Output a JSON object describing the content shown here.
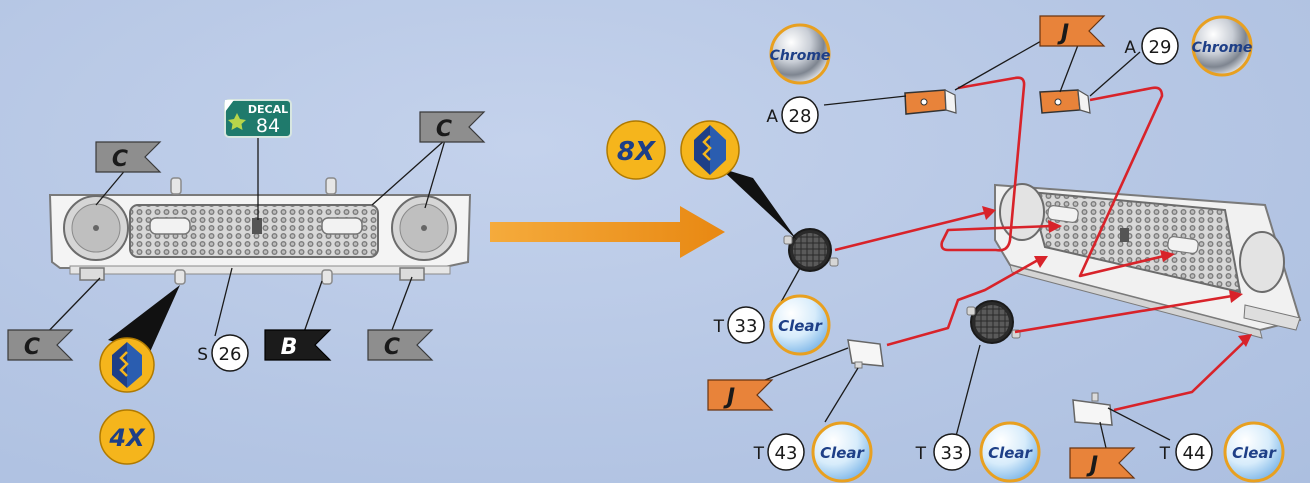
{
  "decal": {
    "title": "DECAL",
    "number": "84"
  },
  "flags": {
    "c": "C",
    "b": "B",
    "j": "J"
  },
  "quantities": {
    "left_count": "4X",
    "right_count": "8X"
  },
  "materials": {
    "chrome": "Chrome",
    "clear": "Clear"
  },
  "parts": [
    {
      "sprue": "S",
      "number": "26"
    },
    {
      "sprue": "A",
      "number": "28"
    },
    {
      "sprue": "A",
      "number": "29"
    },
    {
      "sprue": "T",
      "number": "33"
    },
    {
      "sprue": "T",
      "number": "43"
    },
    {
      "sprue": "T",
      "number": "33"
    },
    {
      "sprue": "T",
      "number": "44"
    }
  ],
  "colors": {
    "background": "#b9c9e6",
    "arrow": "#f39a1f",
    "guide_line": "#d8232a",
    "flag_gray": "#8e8e8e",
    "flag_black": "#1b1b1b",
    "flag_orange": "#e8833a",
    "badge_yellow": "#f5b51c",
    "decal_green": "#1f7a6c"
  },
  "icons": [
    "glue-icon",
    "chrome-paint-icon",
    "clear-paint-icon",
    "decal-star-icon"
  ]
}
